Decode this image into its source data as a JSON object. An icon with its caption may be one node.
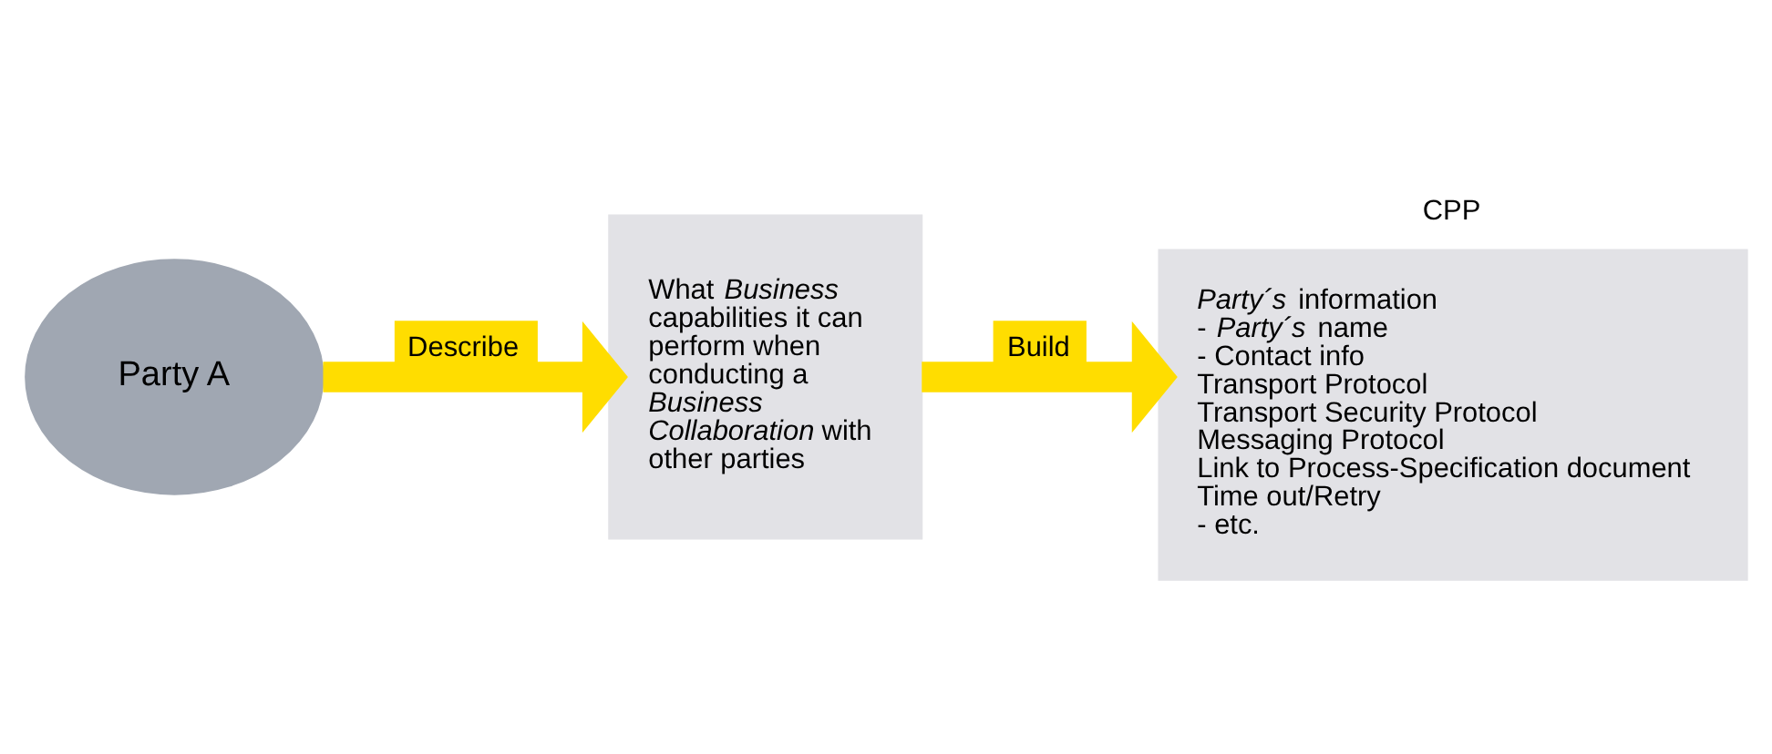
{
  "diagram": {
    "nodes": [
      {
        "text": [
          "Party A"
        ]
      },
      {
        "text": [
          "What *Business* capabilities it can perform when conducting a *Business Collaboration* with other parties"
        ]
      },
      {
        "text": [
          "CPP",
          "*Party´s* information",
          "- *Party´s* name",
          "- Contact info",
          "Transport Protocol",
          "Transport Security Protocol",
          "Messaging Protocol",
          "Link to Process-Specification document",
          "Time out/Retry",
          "- etc."
        ]
      }
    ],
    "edges": [
      {
        "from": 0,
        "to": 1,
        "arrow": "to",
        "label": "Describe"
      },
      {
        "from": 1,
        "to": 2,
        "arrow": "to",
        "label": "Build"
      }
    ]
  }
}
